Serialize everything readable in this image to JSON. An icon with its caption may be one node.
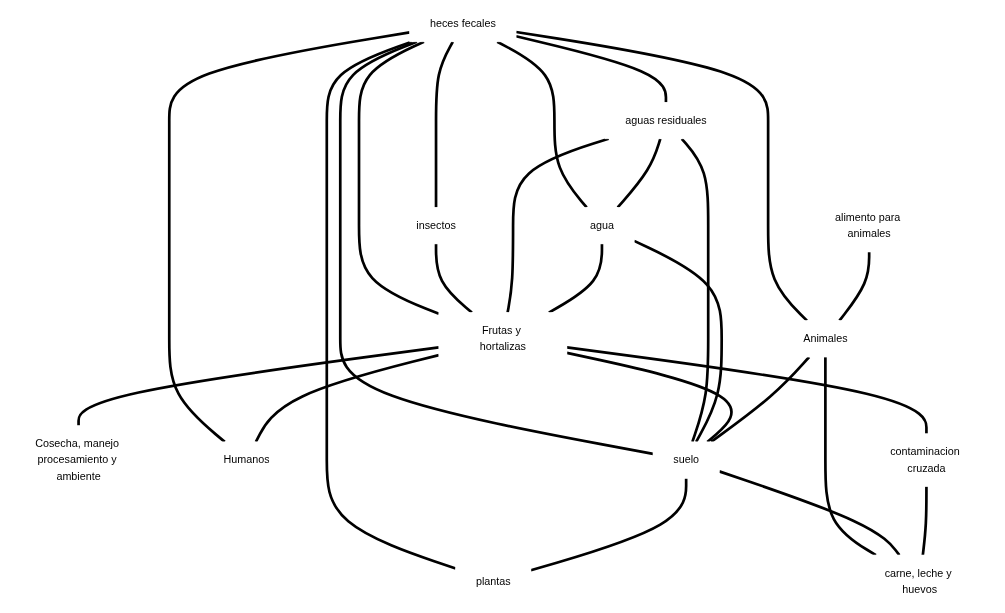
{
  "diagram": {
    "nodes": [
      {
        "text": [
          "heces fecales"
        ]
      },
      {
        "text": [
          "insectos"
        ]
      },
      {
        "text": [
          "Cosecha, manejo procesamiento y ambiente"
        ]
      },
      {
        "text": [
          "aguas residuales"
        ]
      },
      {
        "text": [
          "Animales"
        ]
      },
      {
        "text": [
          "agua"
        ]
      },
      {
        "text": [
          "Frutas y hortalizas"
        ]
      },
      {
        "text": [
          "Humanos"
        ]
      },
      {
        "text": [
          "contaminacion cruzada"
        ]
      },
      {
        "text": [
          "suelo"
        ]
      },
      {
        "text": [
          "plantas"
        ]
      },
      {
        "text": [
          "alimento para animales"
        ]
      },
      {
        "text": [
          "carne, leche y huevos"
        ]
      }
    ],
    "edges": [
      {
        "from": 0,
        "to": 1,
        "arrow": "none"
      },
      {
        "from": 0,
        "to": 3,
        "arrow": "none"
      },
      {
        "from": 0,
        "to": 6,
        "arrow": "none"
      },
      {
        "from": 0,
        "to": 4,
        "arrow": "none"
      },
      {
        "from": 0,
        "to": 10,
        "arrow": "none"
      },
      {
        "from": 0,
        "to": 5,
        "arrow": "none"
      },
      {
        "from": 0,
        "to": 9,
        "arrow": "none"
      },
      {
        "from": 0,
        "to": 7,
        "arrow": "none"
      },
      {
        "from": 1,
        "to": 6,
        "arrow": "none"
      },
      {
        "from": 6,
        "to": 2,
        "arrow": "none"
      },
      {
        "from": 3,
        "to": 6,
        "arrow": "none"
      },
      {
        "from": 3,
        "to": 5,
        "arrow": "none"
      },
      {
        "from": 3,
        "to": 9,
        "arrow": "none"
      },
      {
        "from": 5,
        "to": 6,
        "arrow": "none"
      },
      {
        "from": 5,
        "to": 9,
        "arrow": "none"
      },
      {
        "from": 6,
        "to": 7,
        "arrow": "none"
      },
      {
        "from": 6,
        "to": 9,
        "arrow": "none"
      },
      {
        "from": 6,
        "to": 8,
        "arrow": "none"
      },
      {
        "from": 4,
        "to": 9,
        "arrow": "none"
      },
      {
        "from": 11,
        "to": 4,
        "arrow": "none"
      },
      {
        "from": 4,
        "to": 12,
        "arrow": "none"
      },
      {
        "from": 9,
        "to": 10,
        "arrow": "none"
      },
      {
        "from": 9,
        "to": 12,
        "arrow": "none"
      },
      {
        "from": 8,
        "to": 12,
        "arrow": "none"
      }
    ]
  }
}
